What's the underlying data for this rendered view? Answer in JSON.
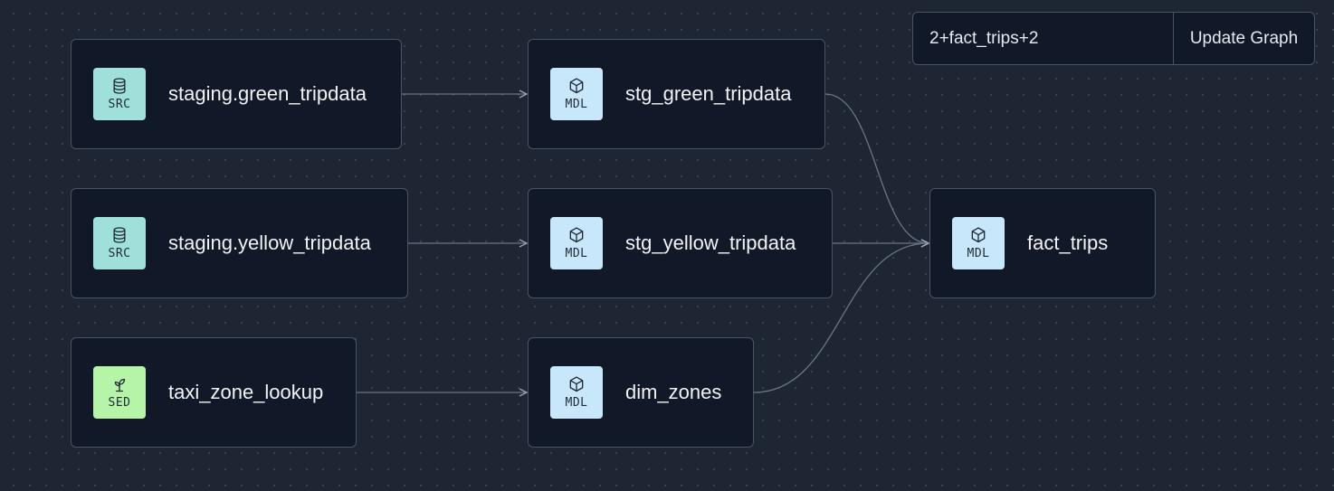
{
  "toolbar": {
    "selector_value": "2+fact_trips+2",
    "update_label": "Update Graph"
  },
  "nodes": [
    {
      "id": "n1",
      "name": "staging.green_tripdata",
      "type": "SRC",
      "icon": "database-icon",
      "color": "#9fe1da"
    },
    {
      "id": "n2",
      "name": "staging.yellow_tripdata",
      "type": "SRC",
      "icon": "database-icon",
      "color": "#9fe1da"
    },
    {
      "id": "n3",
      "name": "taxi_zone_lookup",
      "type": "SED",
      "icon": "seedling-icon",
      "color": "#b6f5a8"
    },
    {
      "id": "n4",
      "name": "stg_green_tripdata",
      "type": "MDL",
      "icon": "cube-icon",
      "color": "#c8e7fb"
    },
    {
      "id": "n5",
      "name": "stg_yellow_tripdata",
      "type": "MDL",
      "icon": "cube-icon",
      "color": "#c8e7fb"
    },
    {
      "id": "n6",
      "name": "dim_zones",
      "type": "MDL",
      "icon": "cube-icon",
      "color": "#c8e7fb"
    },
    {
      "id": "n7",
      "name": "fact_trips",
      "type": "MDL",
      "icon": "cube-icon",
      "color": "#c8e7fb"
    }
  ],
  "edges": [
    {
      "from": "n1",
      "to": "n4"
    },
    {
      "from": "n2",
      "to": "n5"
    },
    {
      "from": "n3",
      "to": "n6"
    },
    {
      "from": "n4",
      "to": "n7"
    },
    {
      "from": "n5",
      "to": "n7"
    },
    {
      "from": "n6",
      "to": "n7"
    }
  ]
}
